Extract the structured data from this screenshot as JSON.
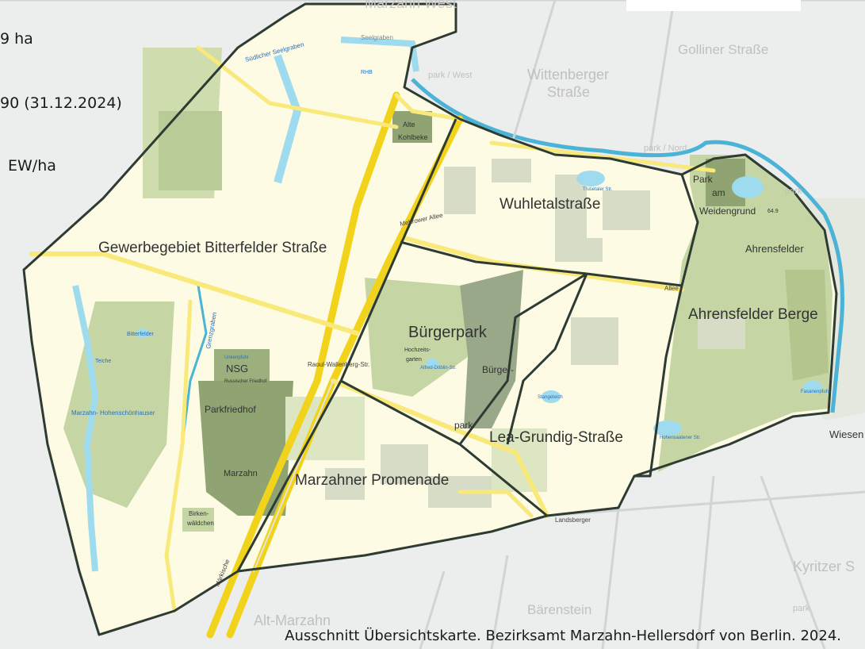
{
  "stats": {
    "area_fragment": "9 ha",
    "population_fragment": "90 (31.12.2024)",
    "density_fragment": "EW/ha"
  },
  "areas": {
    "gewerbegebiet": "Gewerbegebiet Bitterfelder Straße",
    "wuhletal": "Wuhletalstraße",
    "buergerpark": "Bürgerpark",
    "ahrensfelder_berge": "Ahrensfelder Berge",
    "lea_grundig": "Lea-Grundig-Straße",
    "marzahner_promenade": "Marzahner Promenade"
  },
  "surrounding": {
    "marzahn_west": "Marzahn West",
    "wittenberger_1": "Wittenberger",
    "wittenberger_2": "Straße",
    "golliner": "Golliner Straße",
    "kyritzer": "Kyritzer S",
    "baerenstein": "Bärenstein",
    "alt_marzahn": "Alt-Marzahn"
  },
  "places": {
    "ahrensfelder": "Ahrensfelder",
    "park": "Park",
    "am": "am",
    "weidengrund": "Weidengrund",
    "nsg": "NSG",
    "parkfriedhof": "Parkfriedhof",
    "marzahn": "Marzahn",
    "buerger": "Bürger-",
    "park2": "park",
    "alte": "Alte",
    "kohlbeke": "Kohlbeke"
  },
  "small_labels": {
    "suedlicher_seelgraben": "Südlicher Seelgraben",
    "seelgraben": "Seelgraben",
    "rhb": "RHB",
    "marzahn_hohenschoenhausen": "Marzahn- Hohenschönhauser",
    "grenzgraben": "Grenzgraben",
    "teiche": "Teiche",
    "bitterfelder": "Bitterfelder",
    "mehrower_allee": "Mehrower Allee",
    "raoul_wallenberg": "Raoul-Wallenberg-Str.",
    "maerkische": "Märkische",
    "allee": "Allee",
    "rhb_trusetaler": "Trusetaler Str.",
    "rhb_alfred": "Alfred-Döblin-Str.",
    "stangeteich": "Stangeteich",
    "rhb_fasanen": "Fasanenpfuhl",
    "rhb_hohensaatener": "Hohensaatener Str.",
    "wiesen": "Wiesen",
    "landsberger": "Landsberger",
    "unkenpfuhl": "Unkenpfuhl",
    "russischer_friedhof": "Russischer Friedhof",
    "birken": "Birken-",
    "waeldchen": "wäldchen",
    "hochzeitsgarten": "Hochzeits-",
    "garten": "garten",
    "park_west": "park / West",
    "park_nord": "park / Nord",
    "park_right": "park",
    "park_bottom": "park",
    "height": "64.9"
  },
  "credit": "Ausschnitt Übersichtskarte. Bezirksamt Marzahn-Hellersdorf von Berlin. 2024.",
  "colors": {
    "district_fill": "#fdfbe3",
    "outside_fill": "#eceded",
    "green_light": "#dde6c2",
    "green_mid": "#c5d6a4",
    "green_dark": "#8fa472",
    "water": "#9fdbee",
    "water_dark": "#4ab3d6",
    "road_main": "#f2d31b",
    "road_yellow": "#f8e97a",
    "boundary": "#2e3b33"
  }
}
